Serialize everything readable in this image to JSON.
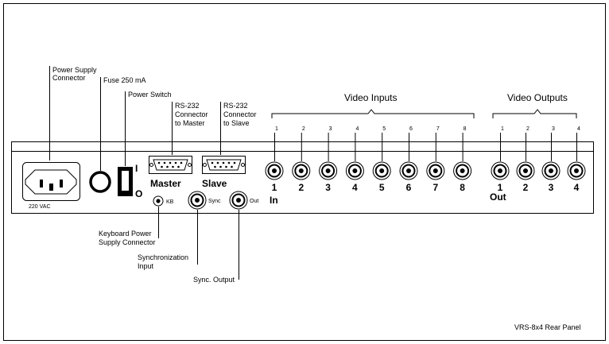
{
  "callouts": {
    "power_supply_connector": [
      "Power Supply",
      "Connector"
    ],
    "fuse": "Fuse 250 mA",
    "power_switch": "Power Switch",
    "rs232_master": [
      "RS-232",
      "Connector",
      "to Master"
    ],
    "rs232_slave": [
      "RS-232",
      "Connector",
      "to Slave"
    ],
    "keyboard_power": [
      "Keyboard Power",
      "Supply Connector"
    ],
    "sync_input": [
      "Synchronization",
      "Input"
    ],
    "sync_output": "Sync. Output"
  },
  "groups": {
    "video_inputs": "Video Inputs",
    "video_outputs": "Video Outputs"
  },
  "panel": {
    "ac_label": "220 VAC",
    "switch_on": "I",
    "switch_off": "O",
    "master_label": "Master",
    "slave_label": "Slave",
    "kb_label": "KB",
    "sync_label": "Sync",
    "out_label": "Out",
    "in_label": "In",
    "out_group_label": "Out"
  },
  "input_numbers": [
    "1",
    "2",
    "3",
    "4",
    "5",
    "6",
    "7",
    "8"
  ],
  "output_numbers": [
    "1",
    "2",
    "3",
    "4"
  ],
  "caption": "VRS-8x4 Rear Panel"
}
